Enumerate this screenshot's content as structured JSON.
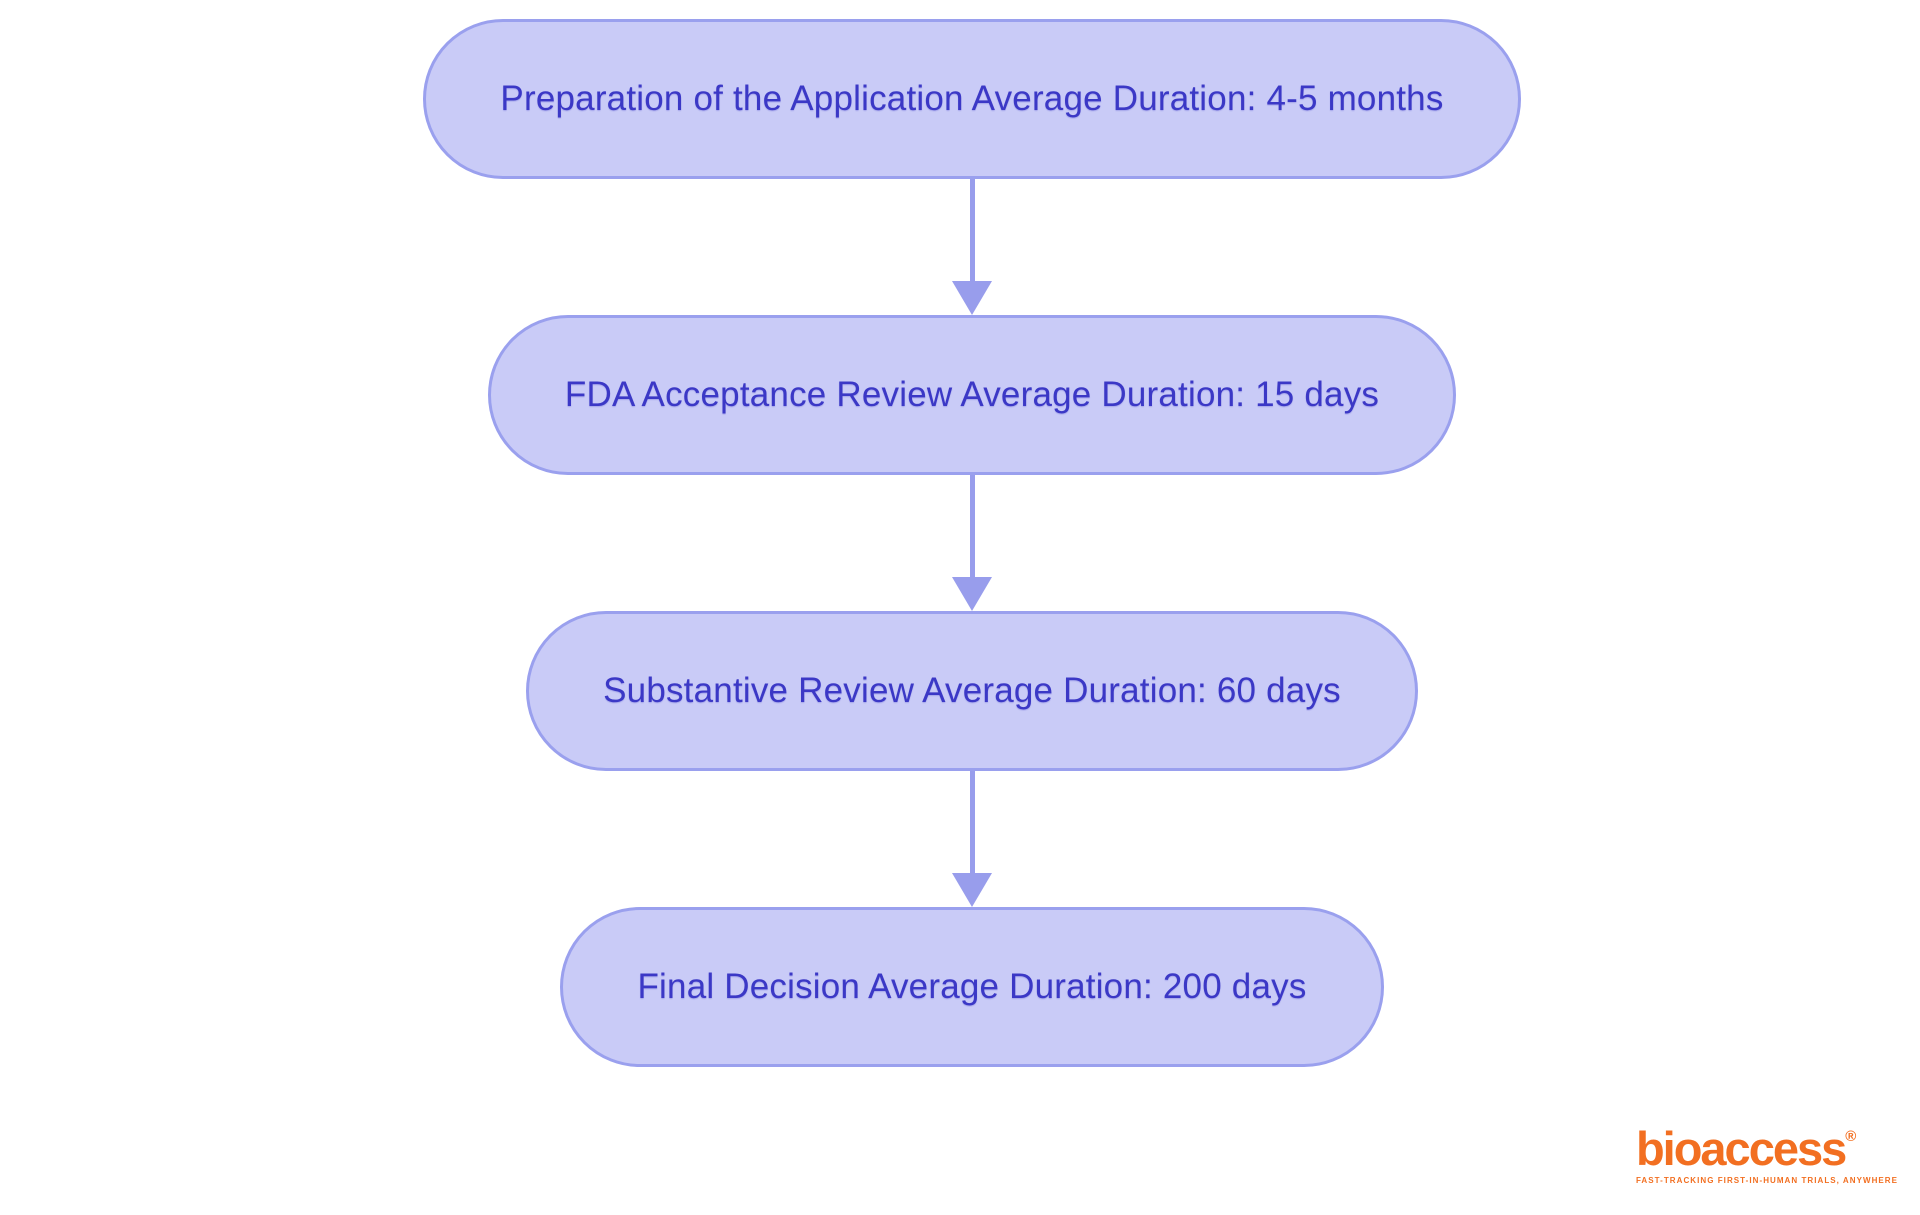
{
  "theme": {
    "canvas_bg": "#ffffff",
    "node_fill": "#c9cbf7",
    "node_border": "#9aa0ee",
    "node_text": "#3b38c6",
    "arrow": "#989dec",
    "logo_orange": "#f26f21"
  },
  "flowchart": {
    "steps": [
      {
        "label": "Preparation of the Application Average Duration: 4-5 months"
      },
      {
        "label": "FDA Acceptance Review Average Duration: 15 days"
      },
      {
        "label": "Substantive Review Average Duration: 60 days"
      },
      {
        "label": "Final Decision Average Duration: 200 days"
      }
    ]
  },
  "logo": {
    "wordmark": "bioaccess",
    "registered_mark": "®",
    "tagline": "FAST-TRACKING FIRST-IN-HUMAN TRIALS, ANYWHERE"
  }
}
